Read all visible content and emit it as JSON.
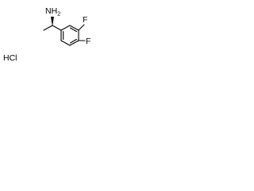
{
  "molecule": {
    "atoms": {
      "amine": "NH2",
      "fluorine_3": "F",
      "fluorine_4": "F",
      "salt": "HCl"
    },
    "bond_color": "#000000",
    "label_color": "#000000",
    "stereo": "wedge"
  }
}
